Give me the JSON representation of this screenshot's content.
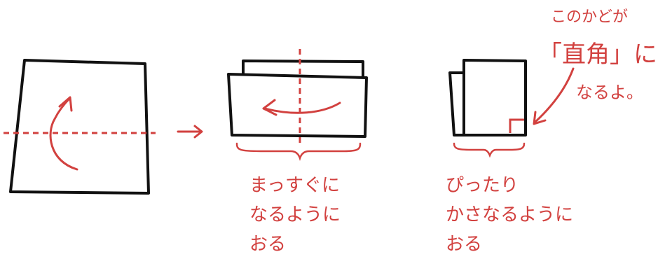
{
  "steps": [
    {
      "caption_lines": []
    },
    {
      "caption_lines": [
        "まっすぐに",
        "なるように",
        "おる"
      ]
    },
    {
      "caption_lines": [
        "ぴったり",
        "かさなるように",
        "おる"
      ]
    }
  ],
  "note": {
    "line1": "このかどが",
    "line2": "「直角」に",
    "line3": "なるよ。"
  },
  "colors": {
    "ink": "#111111",
    "accent": "#d2413f"
  }
}
